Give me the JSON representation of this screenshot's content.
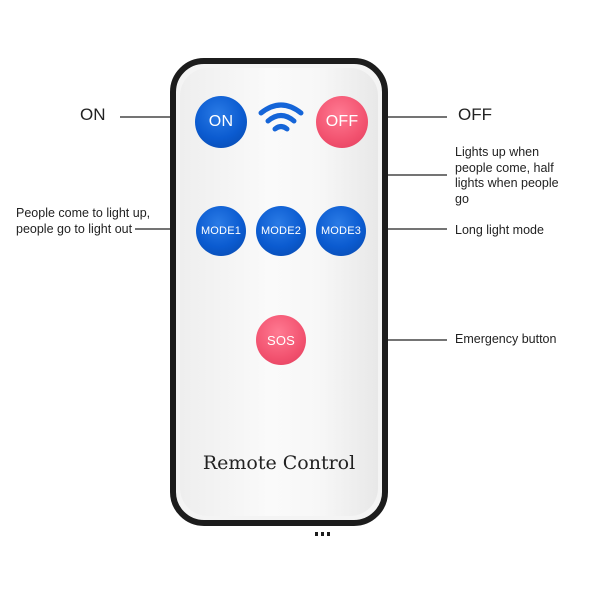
{
  "remote": {
    "brand_text": "Remote Control",
    "buttons": {
      "on": "ON",
      "off": "OFF",
      "mode1": "MODE1",
      "mode2": "MODE2",
      "mode3": "MODE3",
      "sos": "SOS"
    },
    "signal_icon": "wifi-icon"
  },
  "callouts": {
    "on": "ON",
    "off": "OFF",
    "mode1": "People come to light up, people go to light out",
    "mode2": "Lights up when people come, half lights when people go",
    "mode3": "Long light mode",
    "sos": "Emergency button"
  },
  "colors": {
    "blue_button": "#0b5bd0",
    "red_button": "#f2526f",
    "body_border": "#1c1c1c"
  }
}
